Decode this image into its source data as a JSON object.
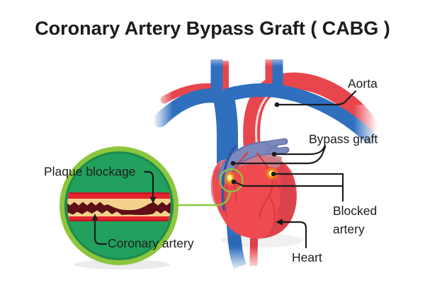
{
  "title": "Coronary Artery Bypass Graft ( CABG )",
  "labels": {
    "aorta": "Aorta",
    "bypass_graft": "Bypass graft",
    "blocked_artery": [
      "Blocked",
      "artery"
    ],
    "heart": "Heart"
  },
  "inset": {
    "plaque_label": "Plaque blockage",
    "coronary_label": "Coronary artery"
  },
  "colors": {
    "background": "#FFFFFF",
    "label_black": "#1C1C1C",
    "artery_red": "#E8464D",
    "vein_blue": "#2F6FBE",
    "heart_red": "#EE4A50",
    "heart_shade": "#D8434B",
    "atrium_pink": "#E18E9A",
    "heart_top_mauve": "#C9818E",
    "graft_purple": "#7D88BD",
    "graft_purple_dark": "#6672AC",
    "graft_blue": "#2B59A8",
    "blockage_yellow": "#FFE675",
    "blockage_orange": "#F9B233",
    "highlight_green": "#8CC63E",
    "inset_ring_green": "#8CC63E",
    "inset_fill_green": "#22A15E",
    "inset_rim_green": "#1D8A4C",
    "plaque_band_red": "#E5242F",
    "plaque_band_red_dark": "#C01823",
    "plaque_cream": "#F1D18B",
    "lumen_maroon": "#5E0E16"
  }
}
